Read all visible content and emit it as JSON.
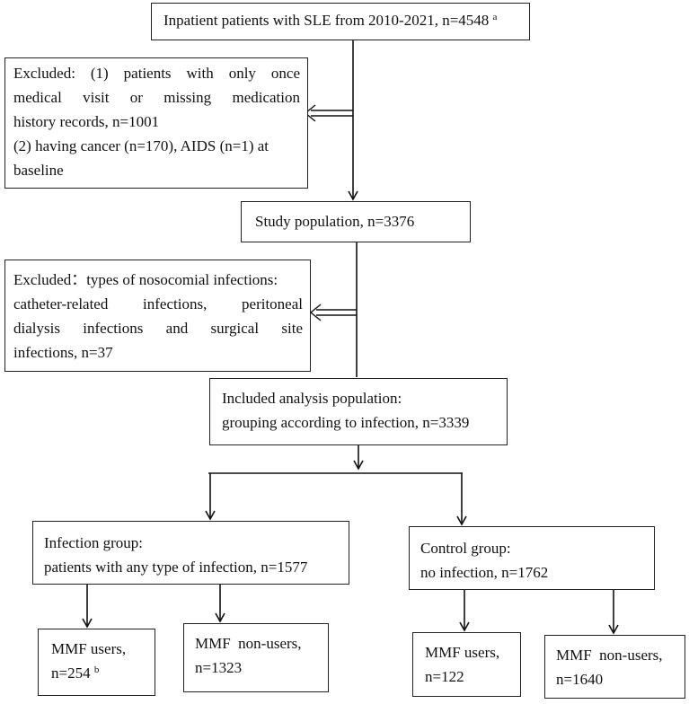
{
  "nodes": {
    "top": {
      "text": "Inpatient patients with SLE from 2010-2021, n=4548",
      "sup": "a"
    },
    "excluded1": {
      "line1": "Excluded: (1) patients with only once",
      "line2": "medical visit or missing medication",
      "line3": "history records, n=1001",
      "line4": "(2) having cancer (n=170), AIDS (n=1) at",
      "line5": "baseline"
    },
    "study": {
      "text": "Study population, n=3376"
    },
    "excluded2": {
      "line1": "Excluded：types of nosocomial infections:",
      "line2": "catheter-related infections, peritoneal",
      "line3": "dialysis infections and surgical site",
      "line4": "infections, n=37"
    },
    "included": {
      "line1": "Included analysis population:",
      "line2": "grouping according to infection, n=3339"
    },
    "infection_group": {
      "line1": "Infection group:",
      "line2": "patients with any type of infection, n=1577"
    },
    "control_group": {
      "line1": "Control group:",
      "line2": "no infection, n=1762"
    },
    "inf_mmf_users": {
      "line1": "MMF users,",
      "line2": "n=254",
      "sup": "b"
    },
    "inf_mmf_nonusers": {
      "line1": "MMF  non-users,",
      "line2": "n=1323"
    },
    "ctl_mmf_users": {
      "line1": "MMF users,",
      "line2": "n=122"
    },
    "ctl_mmf_nonusers": {
      "line1": "MMF  non-users,",
      "line2": "n=1640"
    }
  }
}
